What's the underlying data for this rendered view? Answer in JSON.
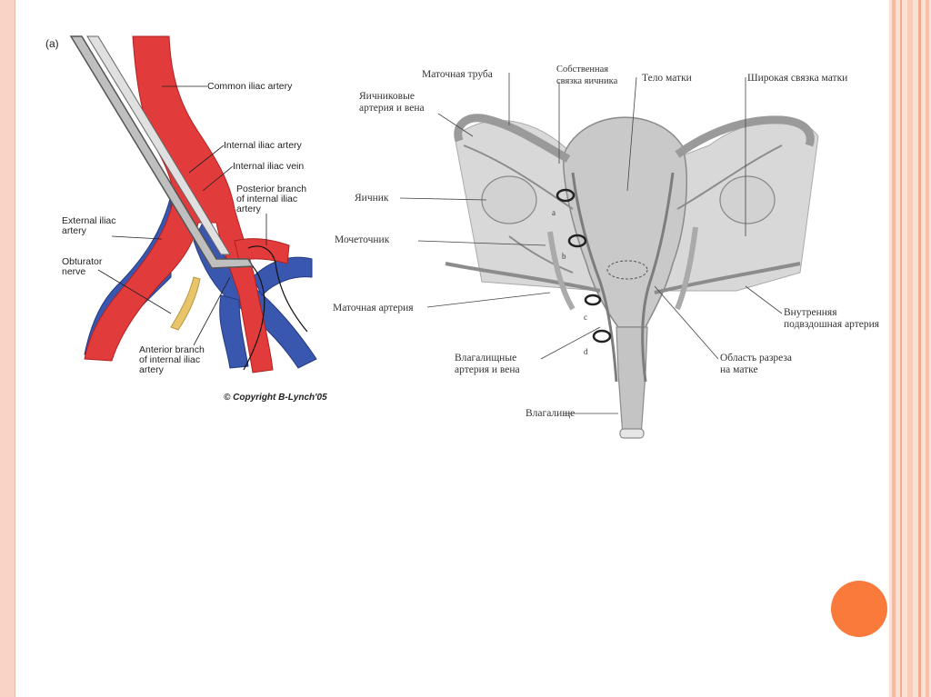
{
  "figure_a": {
    "panel_label": "(a)",
    "labels": {
      "common_iliac_artery": "Common iliac artery",
      "internal_iliac_artery": "Internal iliac artery",
      "internal_iliac_vein": "Internal iliac vein",
      "posterior_branch": "Posterior branch\nof internal iliac\nartery",
      "external_iliac_artery": "External iliac\nartery",
      "obturator_nerve": "Obturator\nnerve",
      "anterior_branch": "Anterior branch\nof internal iliac\nartery"
    },
    "copyright": "© Copyright B-Lynch'05"
  },
  "figure_b": {
    "labels": {
      "fallopian_tube": "Маточная труба",
      "own_ligament": "Собственная\nсвязка яичника",
      "uterus_body": "Тело матки",
      "broad_ligament": "Широкая связка матки",
      "ovarian_vessels": "Яичниковые\nартерия и вена",
      "ovary": "Яичник",
      "ureter": "Мочеточник",
      "uterine_artery": "Маточная артерия",
      "internal_iliac": "Внутренняя\nподвздошная артерия",
      "vaginal_vessels": "Влагалищные\nартерия и вена",
      "incision_area": "Область разреза\nна матке",
      "vagina": "Влагалище"
    },
    "markers": [
      "a",
      "b",
      "c",
      "d"
    ]
  },
  "colors": {
    "frame_left": "#f9d3c3",
    "frame_right": "#fbe0d4",
    "accent_dot": "#f97a3b",
    "artery": "#e23b3b",
    "vein": "#3355aa",
    "nerve": "#e8c46a"
  }
}
